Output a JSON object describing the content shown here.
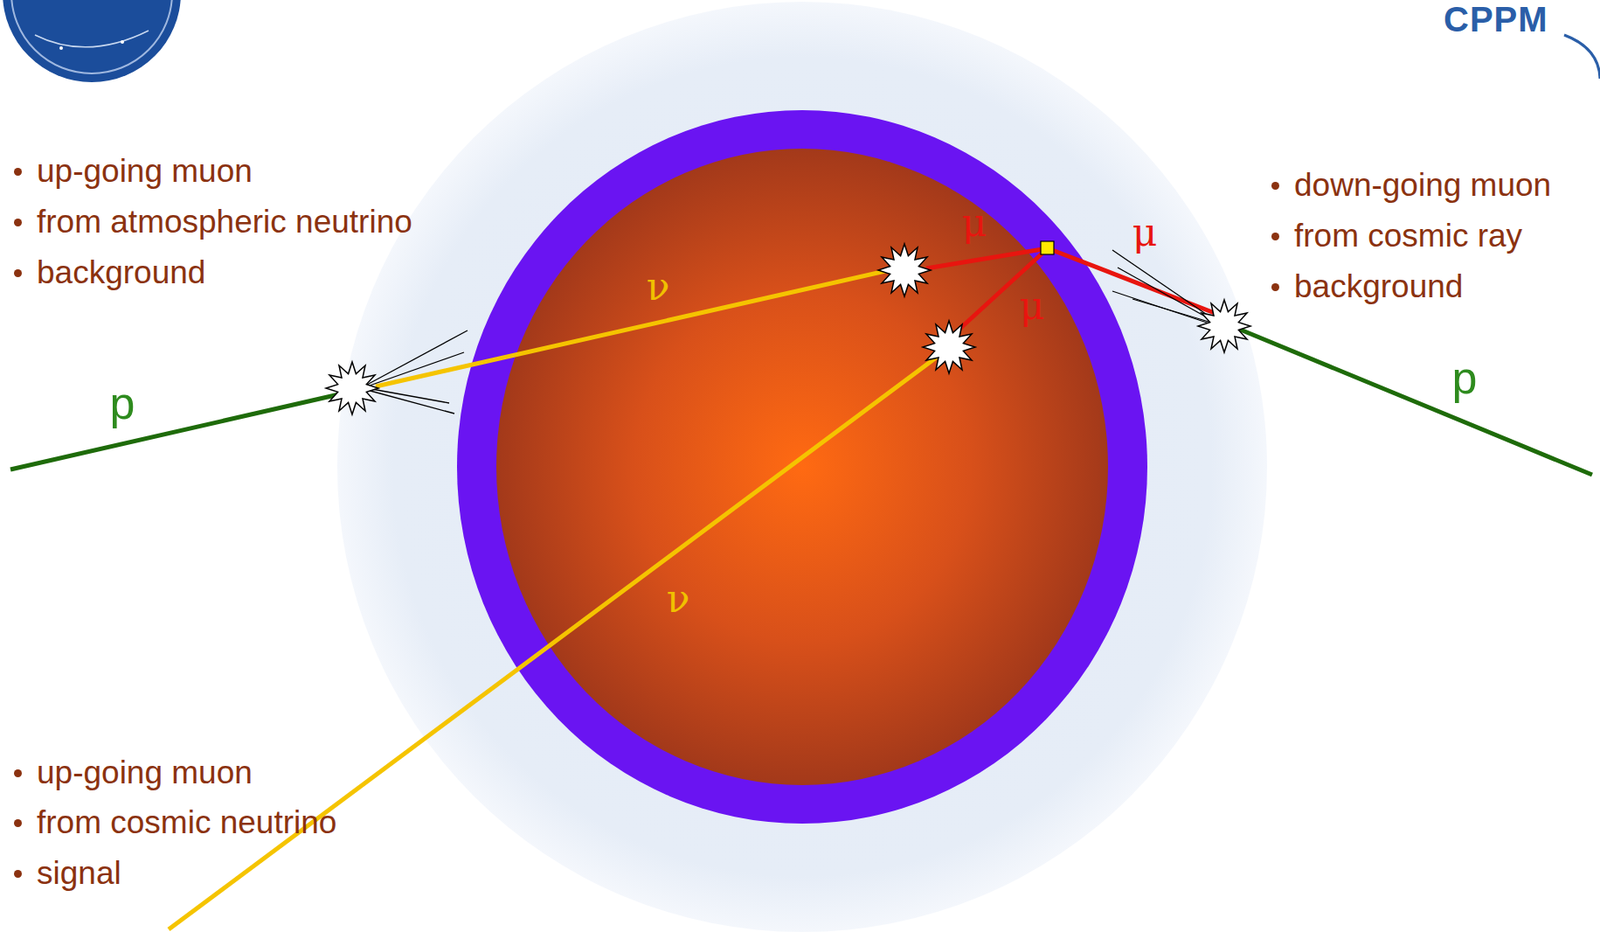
{
  "diagram": {
    "labels": [
      "CPPM",
      "up-going muon",
      "from atmospheric neutrino",
      "background",
      "down-going muon",
      "from cosmic ray",
      "background",
      "μ",
      "μ",
      "ν",
      "μ",
      "p",
      "p",
      "ν",
      "up-going muon",
      "from cosmic neutrino",
      "signal"
    ]
  }
}
